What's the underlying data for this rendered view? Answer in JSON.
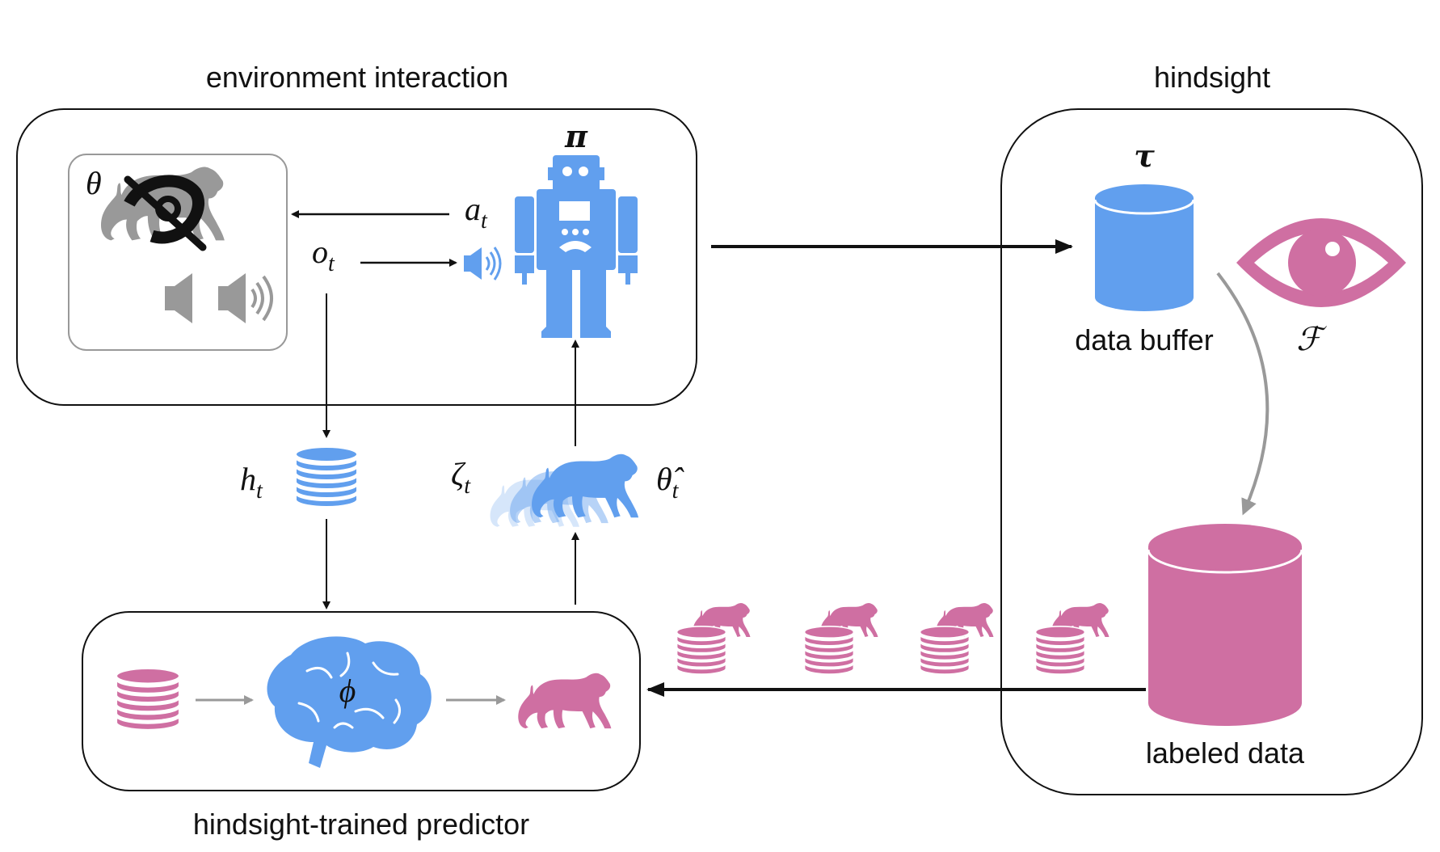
{
  "colors": {
    "blue": "#619FEE",
    "pink": "#CF6FA2",
    "gray": "#999999",
    "black": "#111111"
  },
  "sections": {
    "environment": {
      "title": "environment interaction"
    },
    "hindsight": {
      "title": "hindsight"
    },
    "predictor": {
      "title": "hindsight-trained predictor"
    }
  },
  "symbols": {
    "theta": "θ",
    "action": "a",
    "action_sub": "t",
    "observation": "o",
    "observation_sub": "t",
    "policy": "π",
    "history": "h",
    "history_sub": "t",
    "zeta": "ζ",
    "zeta_sub": "t",
    "theta_hat": "θ̂",
    "theta_hat_sub": "t",
    "phi": "ϕ",
    "tau": "τ",
    "hindsight_fn": "ℱ"
  },
  "labels": {
    "data_buffer": "data buffer",
    "labeled_data": "labeled data"
  },
  "icons": [
    "tiger-icon",
    "eye-slash-icon",
    "speaker-low-icon",
    "speaker-high-icon",
    "robot-icon",
    "database-icon",
    "eye-icon",
    "brain-icon"
  ],
  "labeled_batches": 4
}
